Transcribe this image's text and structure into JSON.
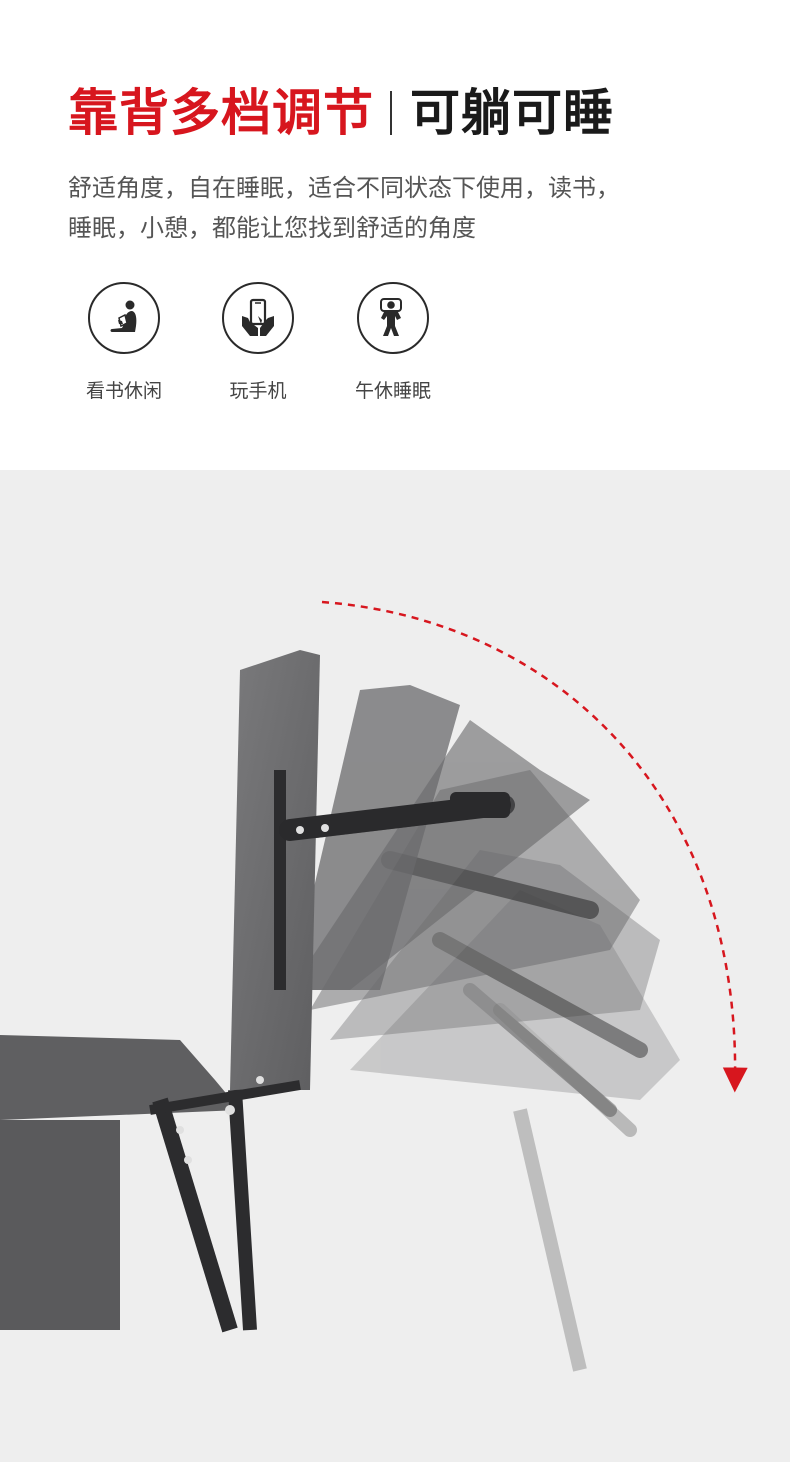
{
  "title": {
    "highlight": "靠背多档调节",
    "main": "可躺可睡"
  },
  "description": {
    "line1": "舒适角度，自在睡眠，适合不同状态下使用，读书，",
    "line2": "睡眠，小憩，都能让您找到舒适的角度"
  },
  "features": [
    {
      "label": "看书休闲",
      "icon": "reading-person-icon"
    },
    {
      "label": "玩手机",
      "icon": "phone-hands-icon"
    },
    {
      "label": "午休睡眠",
      "icon": "sleeping-person-icon"
    }
  ],
  "colors": {
    "accent": "#d7161e",
    "title": "#1a1a1a",
    "text": "#555555",
    "photo_bg": "#eeeeee",
    "fabric": "#6e6e70",
    "frame": "#3a3a3c"
  }
}
